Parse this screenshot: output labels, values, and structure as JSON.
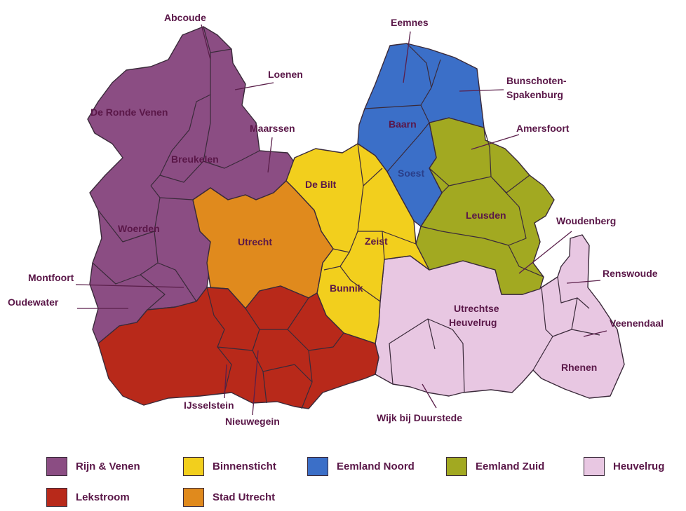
{
  "colors": {
    "rijn_venen": "#8b4d83",
    "binnensticht": "#f2cf1d",
    "eemland_noord": "#3b6fc8",
    "eemland_zuid": "#a2a921",
    "heuvelrug": "#e8c7e2",
    "lekstroom": "#b8291a",
    "stad_utrecht": "#e08a1d",
    "label_text": "#5a1748"
  },
  "labels": {
    "abcoude": "Abcoude",
    "loenen": "Loenen",
    "de_ronde_venen": "De Ronde Venen",
    "breukelen": "Breukelen",
    "maarssen": "Maarssen",
    "woerden": "Woerden",
    "montfoort": "Montfoort",
    "oudewater": "Oudewater",
    "eemnes": "Eemnes",
    "bunschoten_1": "Bunschoten-",
    "bunschoten_2": "Spakenburg",
    "baarn": "Baarn",
    "soest": "Soest",
    "amersfoort": "Amersfoort",
    "leusden": "Leusden",
    "woudenberg": "Woudenberg",
    "renswoude": "Renswoude",
    "veenendaal": "Veenendaal",
    "rhenen": "Rhenen",
    "de_bilt": "De Bilt",
    "zeist": "Zeist",
    "bunnik": "Bunnik",
    "utrecht": "Utrecht",
    "utrechtse_1": "Utrechtse",
    "utrechtse_2": "Heuvelrug",
    "wijk": "Wijk bij Duurstede",
    "ijsselstein": "IJsselstein",
    "nieuwegein": "Nieuwegein"
  },
  "legend": [
    {
      "label": "Rijn & Venen",
      "color": "#8b4d83"
    },
    {
      "label": "Binnensticht",
      "color": "#f2cf1d"
    },
    {
      "label": "Eemland Noord",
      "color": "#3b6fc8"
    },
    {
      "label": "Eemland Zuid",
      "color": "#a2a921"
    },
    {
      "label": "Heuvelrug",
      "color": "#e8c7e2"
    },
    {
      "label": "Lekstroom",
      "color": "#b8291a"
    },
    {
      "label": "Stad Utrecht",
      "color": "#e08a1d"
    }
  ]
}
